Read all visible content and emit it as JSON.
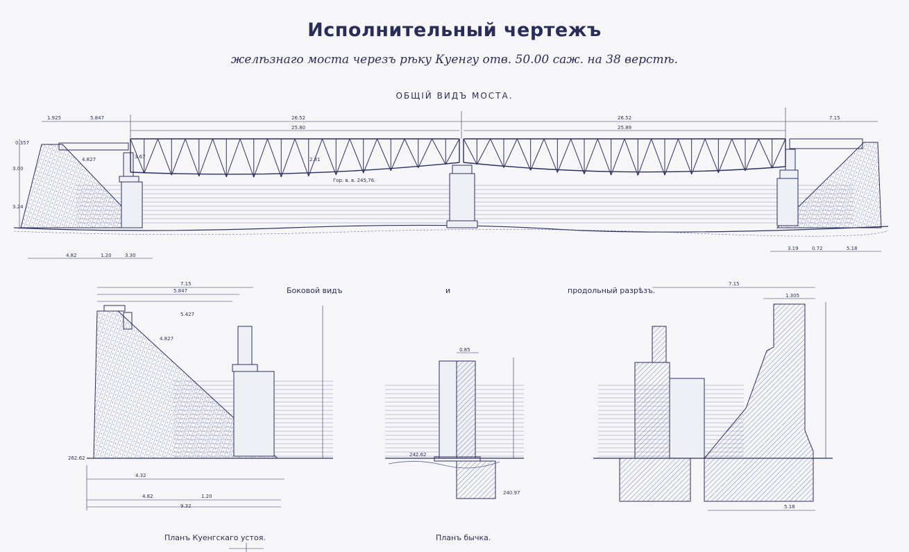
{
  "title": "Исполнительный чертежъ",
  "subtitle": "желѣзнаго моста черезъ рѣку Куенгу отв. 50.00 саж. на 38 верстѣ.",
  "section_general": "ОБЩІЙ ВИДЪ МОСТА.",
  "labels": {
    "side_view": "Боковой видъ",
    "and": "и",
    "longitudinal_section": "продольный разрѣзъ.",
    "abutment_plan": "Планъ Куенгскаго устоя.",
    "pier_plan": "Планъ бычка."
  },
  "elevation_note": "Гор. в. в. 245,76.",
  "dimensions": {
    "span_left_total": "26.52",
    "span_right_total": "26.52",
    "span_left_inner": "25.80",
    "span_right_inner": "25.89",
    "left_approach": "5.847",
    "left_edge": "1.925",
    "right_approach": "7.15",
    "left_abutment_height": "3.24",
    "left_upper": "3.00",
    "left_top": "0.357",
    "left_slope": "4.827",
    "truss_depth_left": "3.67",
    "truss_depth_mid": "2.81",
    "base_1": "4.82",
    "base_2": "1.20",
    "base_3": "3.30",
    "right_base_1": "3.19",
    "right_base_2": "0.72",
    "right_base_3": "5.18",
    "side_total": "7.15",
    "side_a": "5.847",
    "side_b": "5.427",
    "side_c": "4.827",
    "side_level": "262.62",
    "side_base": "4.32",
    "side_base_2": "4.82",
    "side_base_3": "1.20",
    "side_base_total": "9.32",
    "pier_width": "0.85",
    "pier_level": "242.62",
    "pier_bottom": "240.97",
    "section_total": "7.15",
    "section_top": "1.305",
    "section_bottom": "5.18"
  }
}
